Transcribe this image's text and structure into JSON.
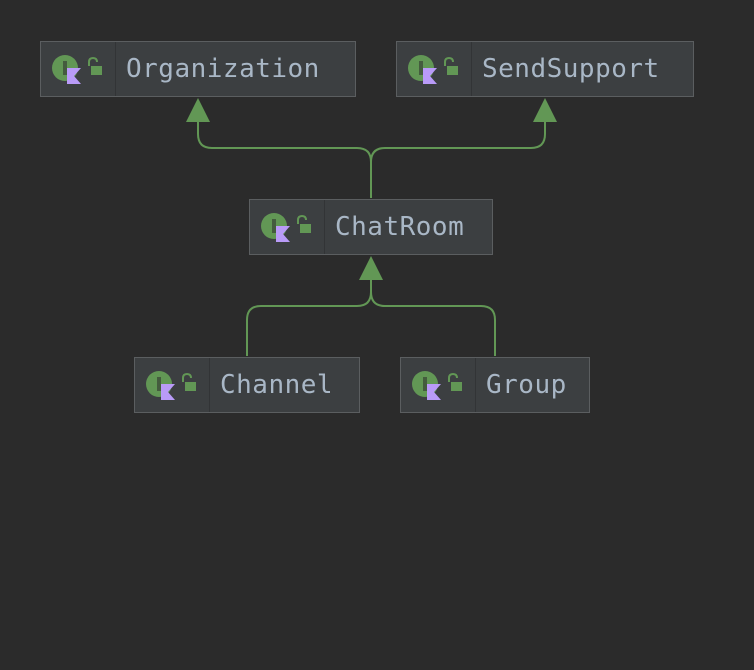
{
  "diagram": {
    "type": "interface-hierarchy",
    "nodes": [
      {
        "id": "organization",
        "label": "Organization",
        "kind": "interface",
        "visibility": "public"
      },
      {
        "id": "sendsupport",
        "label": "SendSupport",
        "kind": "interface",
        "visibility": "public"
      },
      {
        "id": "chatroom",
        "label": "ChatRoom",
        "kind": "interface",
        "visibility": "public"
      },
      {
        "id": "channel",
        "label": "Channel",
        "kind": "interface",
        "visibility": "public"
      },
      {
        "id": "group",
        "label": "Group",
        "kind": "interface",
        "visibility": "public"
      }
    ],
    "edges": [
      {
        "from": "chatroom",
        "to": "organization",
        "relation": "extends"
      },
      {
        "from": "chatroom",
        "to": "sendsupport",
        "relation": "extends"
      },
      {
        "from": "channel",
        "to": "chatroom",
        "relation": "extends"
      },
      {
        "from": "group",
        "to": "chatroom",
        "relation": "extends"
      }
    ]
  },
  "icons": {
    "kind_icon": "interface-icon",
    "visibility_icon": "public-lock-icon",
    "badge_icon": "kotlin-badge-icon"
  },
  "colors": {
    "background": "#2b2b2b",
    "node_fill": "#3c3f41",
    "node_border": "#5b5e60",
    "label_text": "#a9b7c6",
    "edge": "#629755",
    "interface_icon": "#629755",
    "kotlin_badge": "#b99bf8",
    "lock": "#629755"
  }
}
